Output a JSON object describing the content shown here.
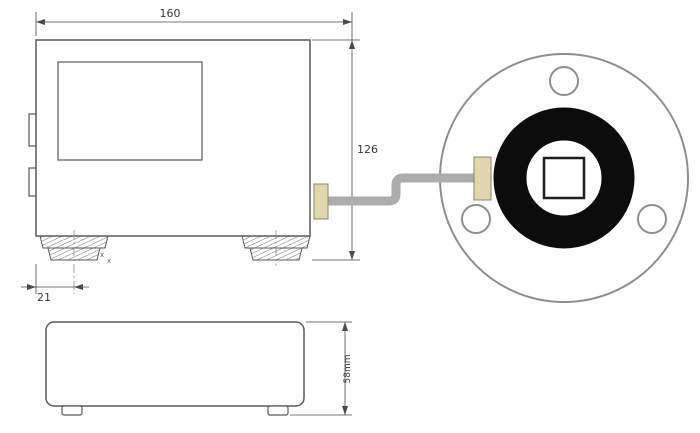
{
  "drawing": {
    "dims": {
      "overall_width": "160",
      "overall_height": "126",
      "foot_offset": "21",
      "base_height": "58mm"
    },
    "annotations": {
      "mark1": "x",
      "mark2": "x"
    },
    "colors": {
      "outline": "#5a5a5a",
      "dimension": "#4a4a4a",
      "cable": "#acacac",
      "connector_fill": "#ded7ab",
      "connector_border": "#8d8668",
      "ring": "#0c0c0c",
      "flange_outline": "#8f8f8f"
    }
  }
}
